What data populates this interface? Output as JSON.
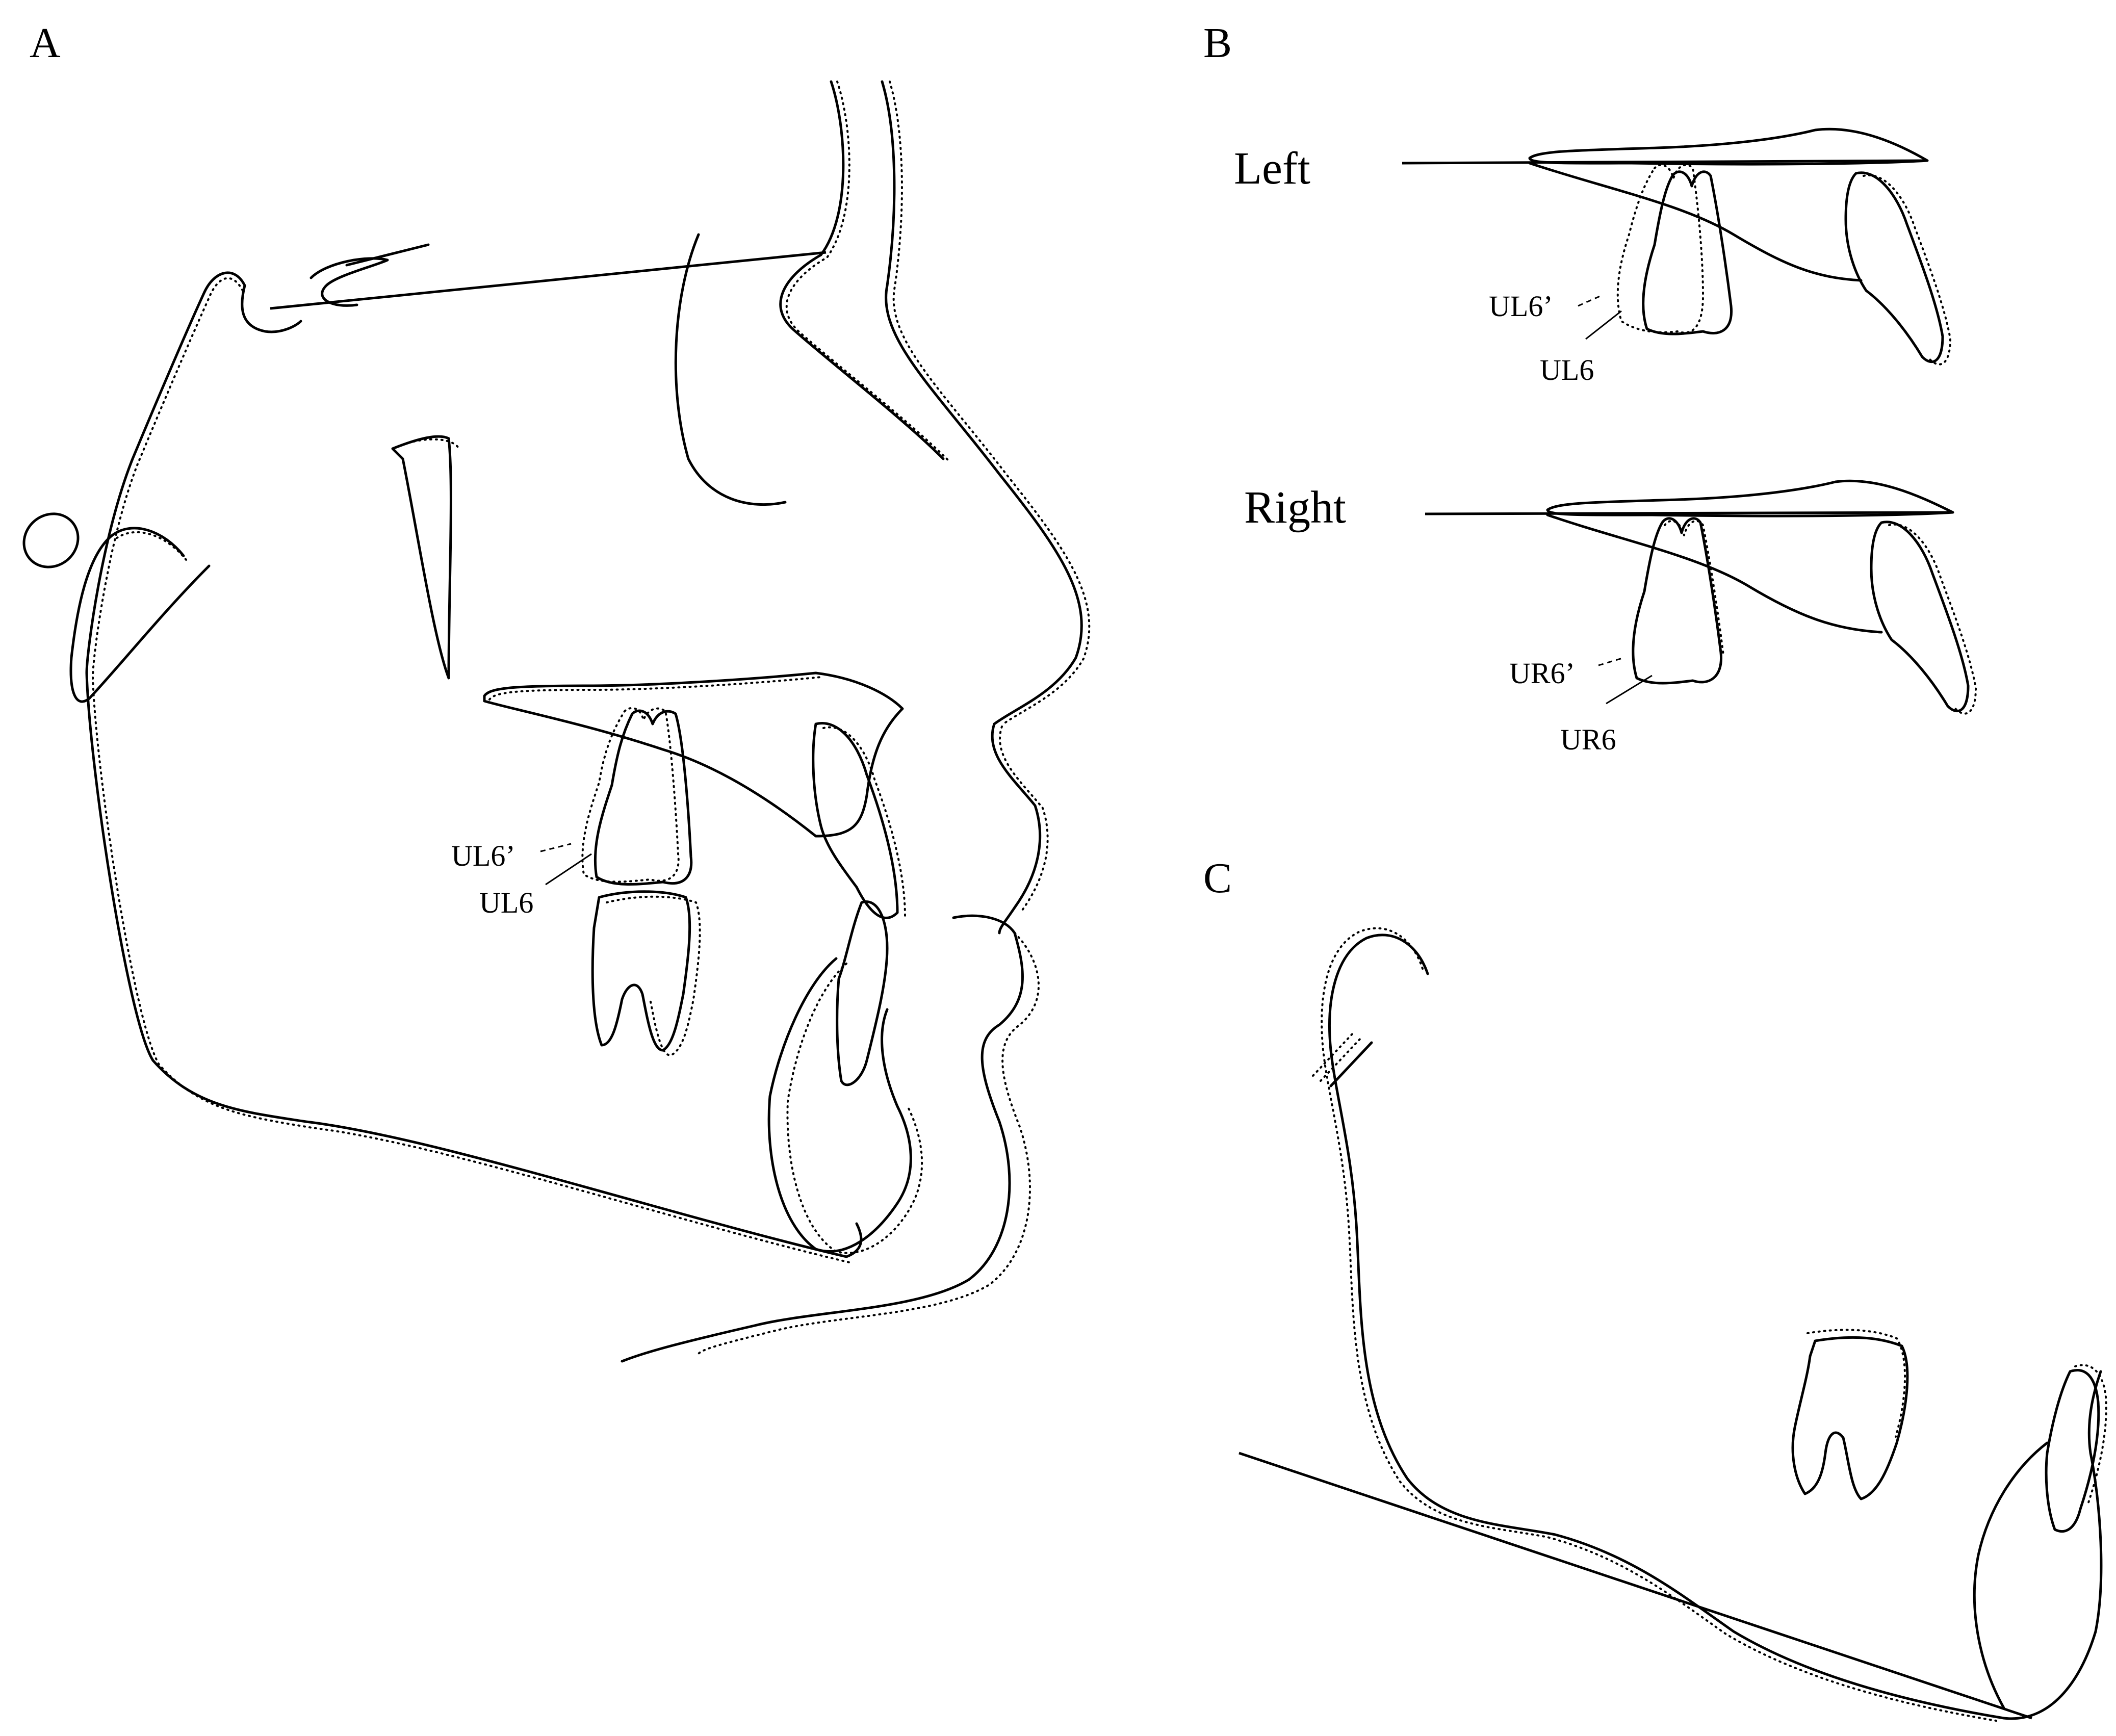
{
  "panels": {
    "a": {
      "letter": "A",
      "labels": {
        "ul6_prime": "UL6’",
        "ul6": "UL6"
      }
    },
    "b": {
      "letter": "B",
      "left": {
        "title": "Left",
        "labels": {
          "ul6_prime": "UL6’",
          "ul6": "UL6"
        }
      },
      "right": {
        "title": "Right",
        "labels": {
          "ur6_prime": "UR6’",
          "ur6": "UR6"
        }
      }
    },
    "c": {
      "letter": "C"
    }
  },
  "legend_styles": {
    "solid_line": "#000000",
    "dotted_line": "#000000"
  }
}
